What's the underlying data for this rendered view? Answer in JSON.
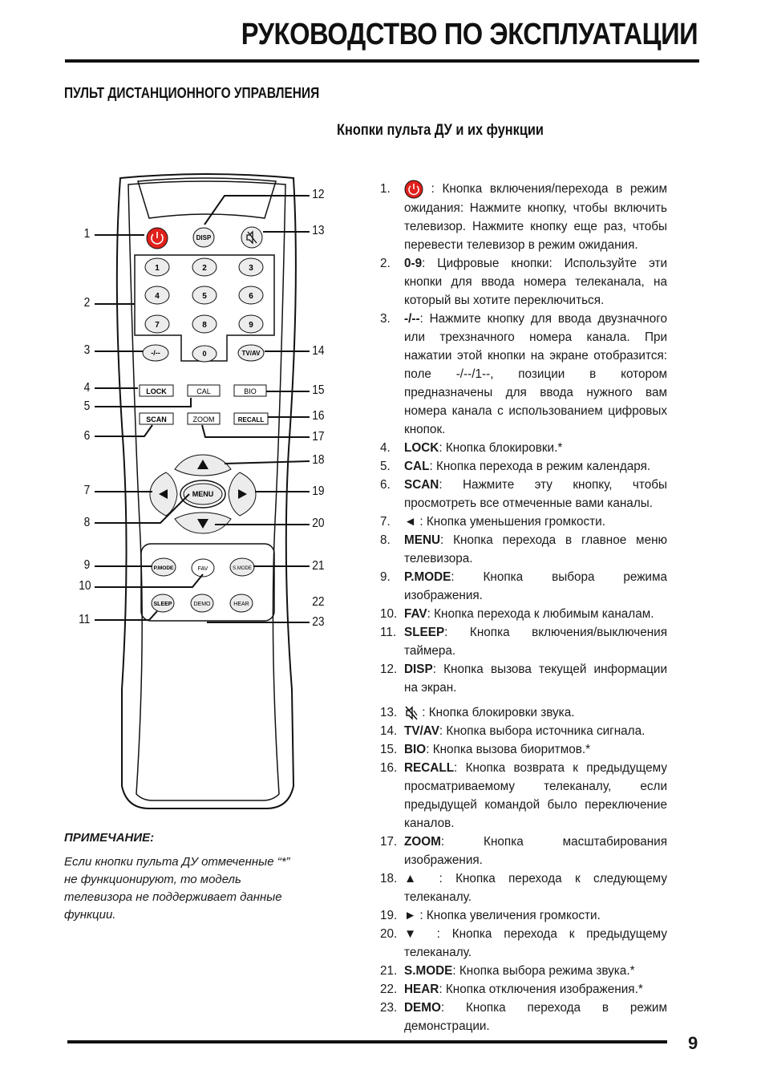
{
  "header": {
    "title": "РУКОВОДСТВО ПО ЭКСПЛУАТАЦИИ"
  },
  "section_title": "ПУЛЬТ ДИСТАНЦИОННОГО УПРАВЛЕНИЯ",
  "subtitle": "Кнопки пульта ДУ и их функции",
  "remote": {
    "buttons": {
      "disp": "DISP",
      "n1": "1",
      "n2": "2",
      "n3": "3",
      "n4": "4",
      "n5": "5",
      "n6": "6",
      "n7": "7",
      "n8": "8",
      "n9": "9",
      "n0": "0",
      "dash": "-/--",
      "tvav": "TV/AV",
      "lock": "LOCK",
      "cal": "CAL",
      "bio": "BIO",
      "scan": "SCAN",
      "zoom": "ZOOM",
      "recall": "RECALL",
      "menu": "MENU",
      "pmode": "P.MODE",
      "fav": "FAV",
      "smode": "S.MODE",
      "sleep": "SLEEP",
      "demo": "DEMO",
      "hear": "HEAR"
    },
    "callouts": [
      "1",
      "2",
      "3",
      "4",
      "5",
      "6",
      "7",
      "8",
      "9",
      "10",
      "11",
      "12",
      "13",
      "14",
      "15",
      "16",
      "17",
      "18",
      "19",
      "20",
      "21",
      "22",
      "23"
    ]
  },
  "items": [
    {
      "num": "1.",
      "key": "",
      "text": " :  Кнопка  включения/перехода  в  режим ожидания:  Нажмите  кнопку,  чтобы  включить телевизор.  Нажмите  кнопку  еще  раз,  чтобы перевести телевизор в режим ожидания."
    },
    {
      "num": "2.",
      "key": "0-9",
      "text": ": Цифровые кнопки: Используйте эти кнопки для ввода номера телеканала, на который вы хотите переключиться."
    },
    {
      "num": "3.",
      "key": "-/--",
      "text": ": Нажмите кнопку для ввода двузначного или трехзначного номера канала. При нажатии этой кнопки на экране отобразится: поле -/--/1--, позиции в котором предназначены для ввода нужного вам номера канала с использованием цифровых кнопок."
    },
    {
      "num": "4.",
      "key": "LOCK",
      "text": ": Кнопка блокировки.*"
    },
    {
      "num": "5.",
      "key": "CAL",
      "text": ": Кнопка перехода в режим календаря."
    },
    {
      "num": "6.",
      "key": "SCAN",
      "text": ":  Нажмите  эту  кнопку,  чтобы  просмотреть все отмеченные вами каналы."
    },
    {
      "num": "7.",
      "key": "",
      "text": "◄ : Кнопка уменьшения громкости."
    },
    {
      "num": "8.",
      "key": "MENU",
      "text": ":  Кнопка  перехода  в  главное  меню телевизора."
    },
    {
      "num": "9.",
      "key": "P.MODE",
      "text": ": Кнопка выбора режима изображения."
    },
    {
      "num": "10.",
      "key": "FAV",
      "text": ": Кнопка перехода к любимым каналам."
    },
    {
      "num": "11.",
      "key": "SLEEP",
      "text": ": Кнопка включения/выключения таймера."
    },
    {
      "num": "12.",
      "key": "DISP",
      "text": ":  Кнопка  вызова  текущей  информации  на экран."
    },
    {
      "num": "13.",
      "key": "",
      "text": " :  Кнопка блокировки звука."
    },
    {
      "num": "14.",
      "key": "TV/AV",
      "text": ": Кнопка выбора источника сигнала."
    },
    {
      "num": "15.",
      "key": "BIO",
      "text": ": Кнопка вызова биоритмов.*"
    },
    {
      "num": "16.",
      "key": "RECALL",
      "text": ":  Кнопка  возврата  к  предыдущему просматриваемому  телеканалу,  если предыдущей командой было переключение каналов."
    },
    {
      "num": "17.",
      "key": "ZOOM",
      "text": ": Кнопка масштабирования изображения."
    },
    {
      "num": "18.",
      "key": "",
      "text": "▲ : Кнопка перехода к следующему телеканалу."
    },
    {
      "num": "19.",
      "key": "",
      "text": "► : Кнопка увеличения громкости."
    },
    {
      "num": "20.",
      "key": "",
      "text": "▼ : Кнопка перехода к предыдущему телеканалу."
    },
    {
      "num": "21.",
      "key": "S.MODE",
      "text": ": Кнопка выбора режима звука.*"
    },
    {
      "num": "22.",
      "key": "HEAR",
      "text": ": Кнопка отключения изображения.*"
    },
    {
      "num": "23.",
      "key": "DEMO",
      "text": ": Кнопка перехода в режим демонстрации."
    }
  ],
  "note": {
    "heading": "ПРИМЕЧАНИЕ:",
    "text": "Если кнопки пульта ДУ  отмеченные “*” не функционируют,  то модель телевизора не поддерживает данные функции."
  },
  "footer": {
    "page": "9"
  },
  "colors": {
    "power_red": "#e0201c",
    "ink": "#111111",
    "button_fill": "#ececec"
  }
}
